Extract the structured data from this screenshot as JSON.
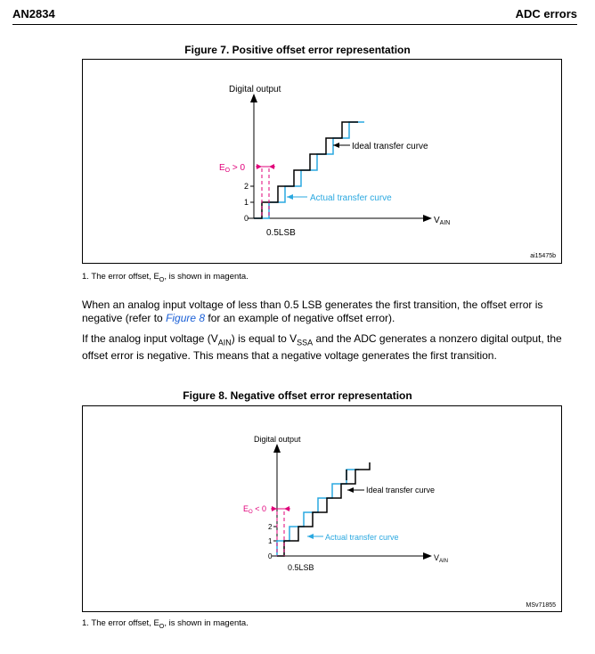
{
  "header": {
    "doc_id": "AN2834",
    "section": "ADC errors"
  },
  "figure7": {
    "title": "Figure 7. Positive offset error representation",
    "y_axis_label": "Digital output",
    "x_axis_label": "V",
    "x_axis_sub": "AIN",
    "eo_label": "E",
    "eo_sub": "O",
    "eo_rel": " > 0",
    "ideal_label": "Ideal transfer curve",
    "actual_label": "Actual transfer curve",
    "lsb_label": "0.5LSB",
    "tick_0": "0",
    "tick_1": "1",
    "tick_2": "2",
    "ref": "ai15475b",
    "footnote_pre": "1.  The error offset, E",
    "footnote_sub": "O",
    "footnote_post": ", is shown in magenta."
  },
  "para1": {
    "t1": "When an analog input voltage of less than 0.5 LSB generates the first transition, the offset error is negative (refer to ",
    "link": "Figure 8",
    "t2": " for an example of negative offset error)."
  },
  "para2": {
    "t1": "If the analog input voltage (V",
    "s1": "AIN",
    "t2": ") is equal to V",
    "s2": "SSA",
    "t3": " and the ADC generates a nonzero digital output, the offset error is negative. This means that a negative voltage generates the first transition."
  },
  "figure8": {
    "title": "Figure 8. Negative offset error representation",
    "y_axis_label": "Digital output",
    "x_axis_label": "V",
    "x_axis_sub": "AIN",
    "eo_label": "E",
    "eo_sub": "O",
    "eo_rel": " < 0",
    "ideal_label": "Ideal transfer curve",
    "actual_label": "Actual transfer curve",
    "lsb_label": "0.5LSB",
    "tick_0": "0",
    "tick_1": "1",
    "tick_2": "2",
    "ref": "MSv71855",
    "footnote_pre": "1.  The error offset, E",
    "footnote_sub": "O",
    "footnote_post": ", is shown in magenta."
  },
  "colors": {
    "magenta": "#e0007a",
    "actual": "#2aa8e0",
    "ideal": "#000000",
    "link": "#1a5fd6"
  }
}
